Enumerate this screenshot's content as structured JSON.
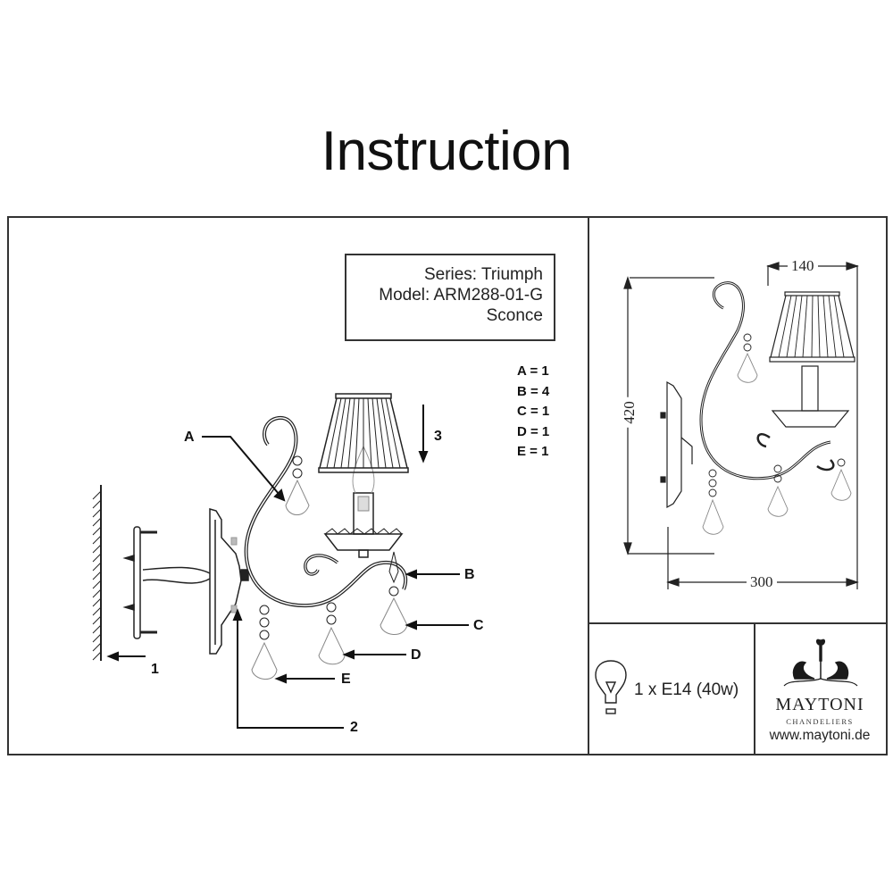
{
  "document": {
    "title": "Instruction"
  },
  "product": {
    "series": "Series: Triumph",
    "model": "Model: ARM288-01-G",
    "type": "Sconce"
  },
  "parts_list": [
    {
      "part": "A",
      "qty": 1,
      "label": "A = 1"
    },
    {
      "part": "B",
      "qty": 4,
      "label": "B = 4"
    },
    {
      "part": "C",
      "qty": 1,
      "label": "C = 1"
    },
    {
      "part": "D",
      "qty": 1,
      "label": "D = 1"
    },
    {
      "part": "E",
      "qty": 1,
      "label": "E = 1"
    }
  ],
  "callouts": {
    "part_labels": [
      "A",
      "B",
      "C",
      "D",
      "E"
    ],
    "steps": [
      "1",
      "2",
      "3"
    ]
  },
  "dimensions": {
    "width": "300",
    "height": "420",
    "shade_width": "140",
    "unit": "mm"
  },
  "lamp": {
    "icon": "light-bulb-icon",
    "spec": "1 x E14 (40w)"
  },
  "brand": {
    "name": "MAYTONI",
    "subtitle": "CHANDELIERS",
    "url": "www.maytoni.de",
    "logo_icon": "chandelier-ornament-icon"
  }
}
